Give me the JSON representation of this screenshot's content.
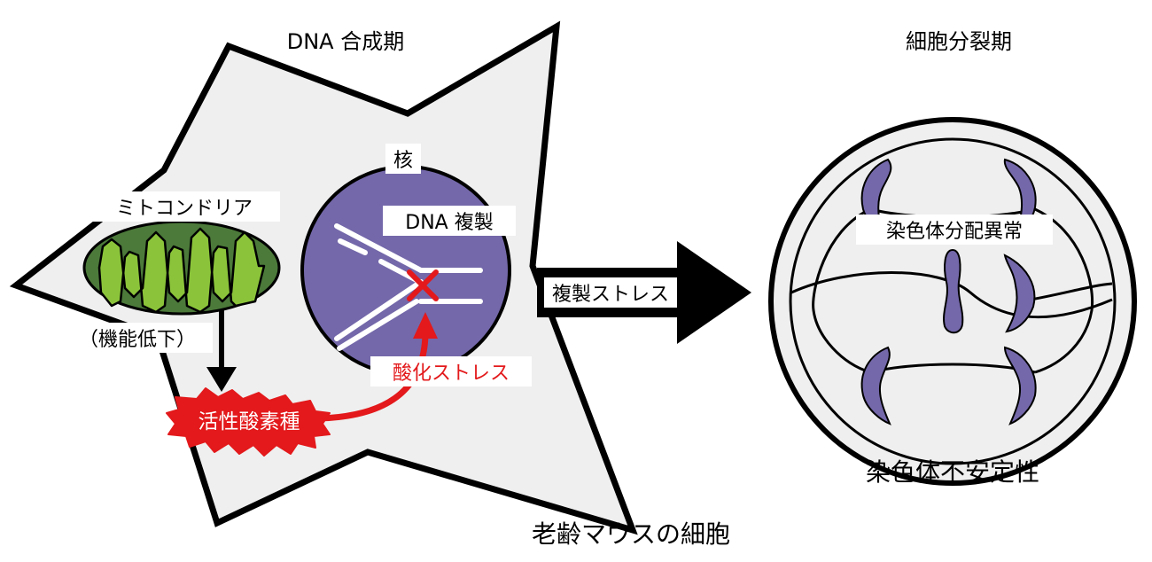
{
  "labels": {
    "s_phase": "DNA 合成期",
    "m_phase": "細胞分裂期",
    "nucleus": "核",
    "mitochondria": "ミトコンドリア",
    "dna_replication": "DNA 複製",
    "function_decline": "（機能低下）",
    "ros": "活性酸素種",
    "oxidative_stress": "酸化ストレス",
    "replication_stress": "複製ストレス",
    "chromosome_missegregation": "染色体分配異常",
    "chromosome_instability": "染色体不安定性",
    "caption": "老齢マウスの細胞"
  },
  "colors": {
    "cytoplasm": "#efefef",
    "nucleus": "#7468aa",
    "mitochondria_outer": "#4c7a3a",
    "mitochondria_inner": "#8bc43a",
    "ros_burst": "#e3191b",
    "oxidative_stress_text": "#e3191b",
    "chromosome": "#7468aa",
    "outline": "#000000"
  }
}
